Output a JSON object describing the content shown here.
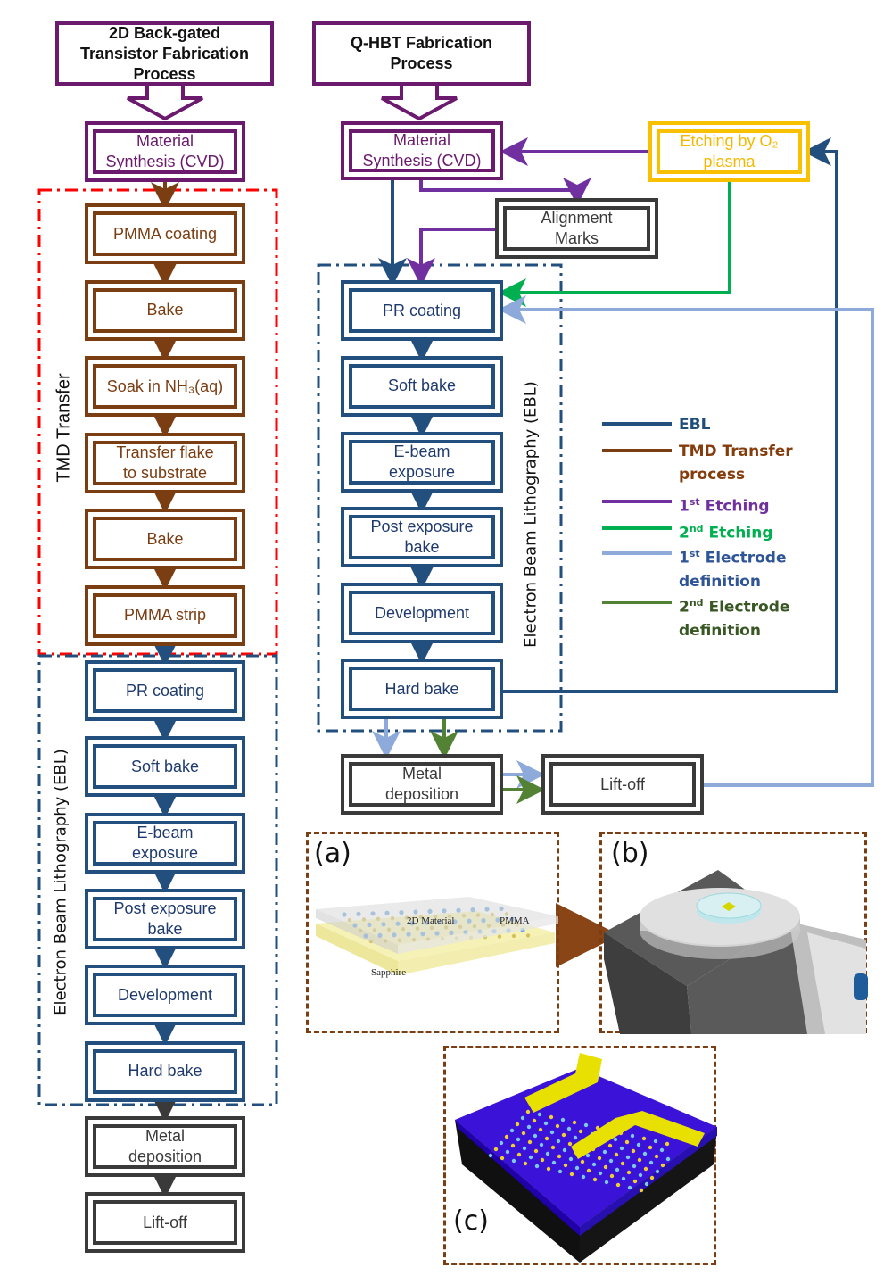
{
  "colors": {
    "purple_box": "#6b1a6e",
    "brown_tmd": "#7b3d12",
    "blue_ebl": "#224f7e",
    "gray_box": "#3a3a3a",
    "gold_etch": "#f9c000",
    "purple_etch1": "#7030a0",
    "green_etch2": "#00b050",
    "lightblue_electrode1": "#8eaadb",
    "darkgreen_electrode2": "#548235",
    "red_dashed": "#ff0000"
  },
  "left_flow": {
    "title": "2D Back-gated\nTransistor Fabrication\nProcess",
    "synthesis": "Material\nSynthesis (CVD)",
    "tmd_group_label": "TMD Transfer",
    "tmd_steps": [
      "PMMA coating",
      "Bake",
      "Soak in NH₃(aq)",
      "Transfer flake\nto substrate",
      "Bake",
      "PMMA strip"
    ],
    "ebl_group_label": "Electron Beam Lithography (EBL)",
    "ebl_steps": [
      "PR coating",
      "Soft bake",
      "E-beam\nexposure",
      "Post exposure\nbake",
      "Development",
      "Hard bake"
    ],
    "post_steps": [
      "Metal\ndeposition",
      "Lift-off"
    ]
  },
  "right_flow": {
    "title": "Q-HBT Fabrication\nProcess",
    "synthesis": "Material\nSynthesis (CVD)",
    "etching": "Etching by O₂\nplasma",
    "alignment": "Alignment\nMarks",
    "ebl_group_label": "Electron Beam Lithography (EBL)",
    "ebl_steps": [
      "PR coating",
      "Soft bake",
      "E-beam\nexposure",
      "Post exposure\nbake",
      "Development",
      "Hard bake"
    ],
    "metal": "Metal\ndeposition",
    "liftoff": "Lift-off"
  },
  "legend": [
    {
      "label": "EBL",
      "sup": "",
      "color": "#224f7e",
      "text_color": "#1f4e79"
    },
    {
      "label": "TMD Transfer\nprocess",
      "sup": "",
      "color": "#7b3d12",
      "text_color": "#843c0c"
    },
    {
      "prefix": "1",
      "sup": "st",
      "label": " Etching",
      "color": "#7030a0",
      "text_color": "#7030a0"
    },
    {
      "prefix": "2",
      "sup": "nd",
      "label": " Etching",
      "color": "#00b050",
      "text_color": "#00b050"
    },
    {
      "prefix": "1",
      "sup": "st",
      "label": " Electrode\ndefinition",
      "color": "#8eaadb",
      "text_color": "#2f5597"
    },
    {
      "prefix": "2",
      "sup": "nd",
      "label": " Electrode\ndefinition",
      "color": "#548235",
      "text_color": "#385723"
    }
  ],
  "panels": {
    "a": {
      "label": "(a)",
      "texts": {
        "material": "2D Material",
        "pmma": "PMMA",
        "substrate": "Sapphire"
      }
    },
    "b": {
      "label": "(b)"
    },
    "c": {
      "label": "(c)"
    }
  }
}
